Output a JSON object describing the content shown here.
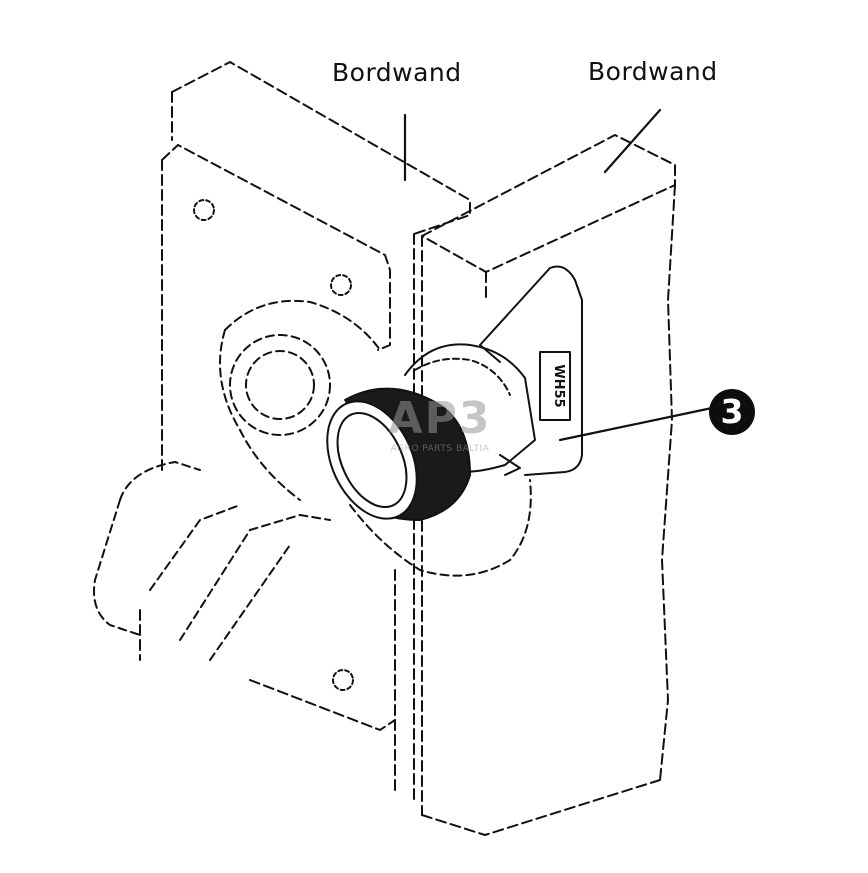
{
  "labels": {
    "left_panel": "Bordwand",
    "right_panel": "Bordwand"
  },
  "callout": {
    "number": "3"
  },
  "lever_marking": "WH55",
  "watermark": {
    "logo": "AP3",
    "tagline": "AGRO PARTS BALTIA"
  }
}
